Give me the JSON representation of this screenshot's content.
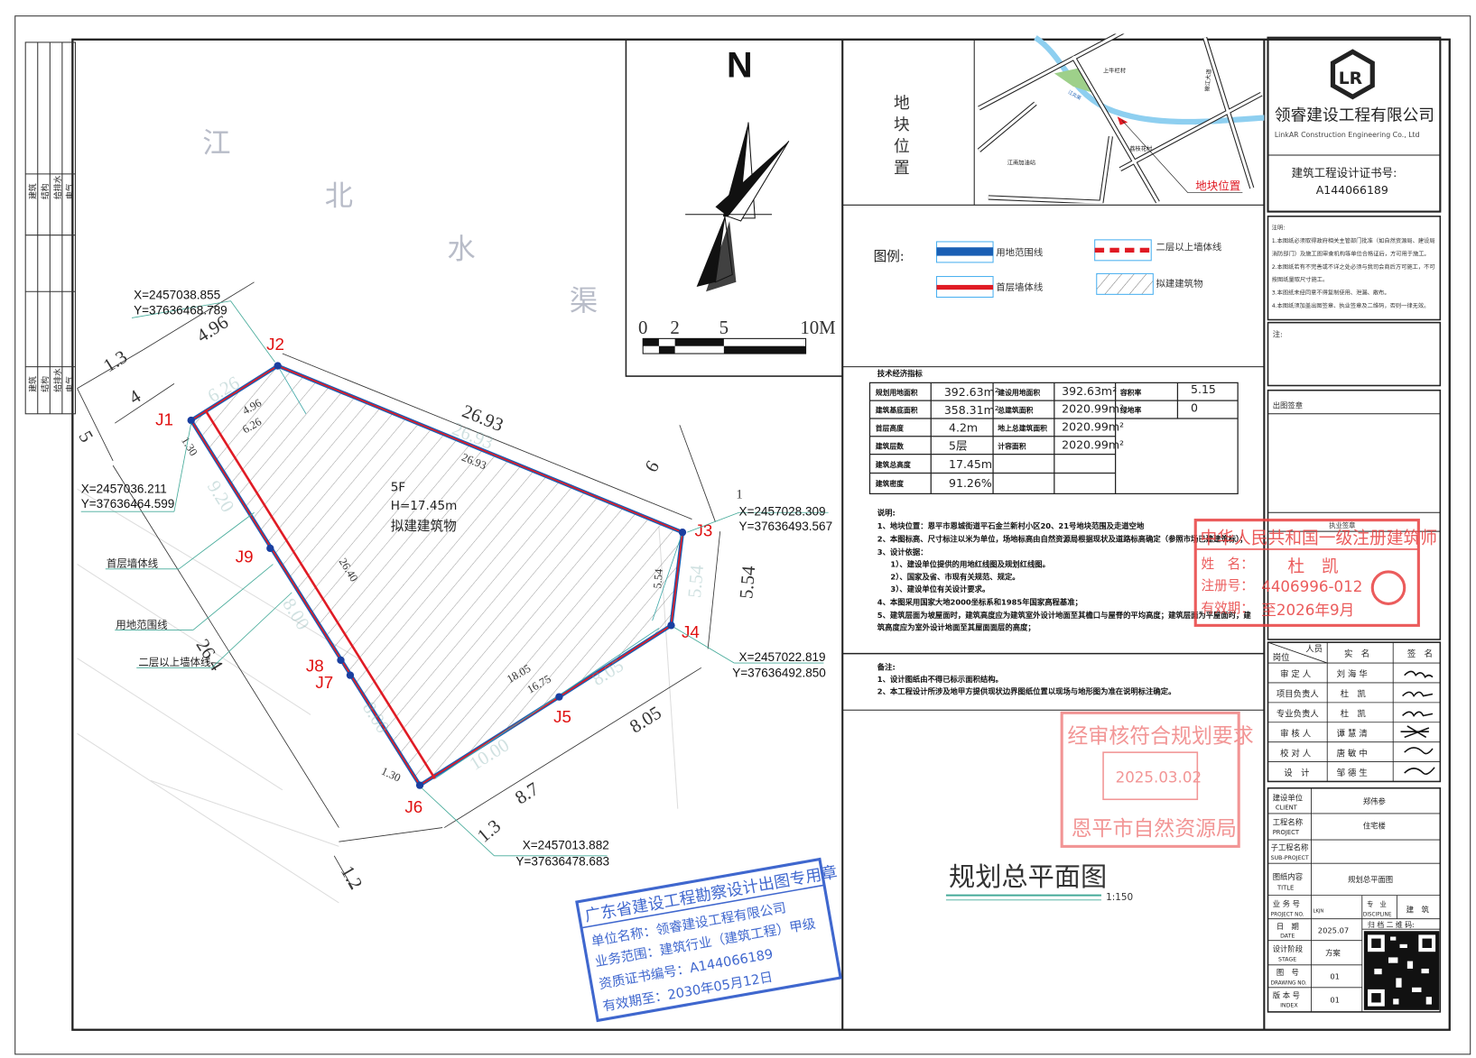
{
  "left_strip": {
    "top_labels": [
      "建筑",
      "结构",
      "给排水",
      "电气"
    ],
    "bottom_labels": [
      "建筑",
      "结构",
      "给排水",
      "电气"
    ]
  },
  "background_labels": [
    "江",
    "北",
    "水",
    "渠"
  ],
  "site": {
    "points": [
      "J1",
      "J2",
      "J3",
      "J4",
      "J5",
      "J6",
      "J7",
      "J8",
      "J9"
    ],
    "coordinates": [
      {
        "x": "X=2457038.855",
        "y": "Y=37636468.789"
      },
      {
        "x": "X=2457036.211",
        "y": "Y=37636464.599"
      },
      {
        "x": "X=2457028.309",
        "y": "Y=37636493.567"
      },
      {
        "x": "X=2457022.819",
        "y": "Y=37636492.850"
      },
      {
        "x": "X=2457013.882",
        "y": "Y=37636478.683"
      }
    ],
    "building": {
      "floors": "5F",
      "height": "H=17.45m",
      "label": "拟建建筑物"
    },
    "leaders": [
      "首层墙体线",
      "用地范围线",
      "二层以上墙体线"
    ],
    "dimensions_outer": [
      "1.3",
      "4.96",
      "4",
      "5",
      "26.93",
      "6",
      "1",
      "5.54",
      "8.05",
      "8.7",
      "1.3",
      "1.2",
      "26.4"
    ],
    "dimensions_inner": [
      "4.96",
      "6.26",
      "26.93",
      "5.54",
      "18.05",
      "16.75",
      "26.40",
      "1.30",
      "1.30",
      "6.26",
      "26.93",
      "5.54",
      "8.05",
      "10.00",
      "8.00",
      "8.00",
      "9.20"
    ]
  },
  "north": {
    "label": "N",
    "scale_ticks": [
      "0",
      "2",
      "5",
      "10M"
    ]
  },
  "location": {
    "label": "地块位置",
    "map_labels": [
      "上牛栏村",
      "江北渠",
      "锦江大道",
      "荔枝花村",
      "江南加油站",
      "地块位置"
    ]
  },
  "legend": {
    "title": "图例:",
    "items": [
      {
        "label": "用地范围线",
        "color": "#1a5fb4"
      },
      {
        "label": "二层以上墙体线",
        "color": "#e01b24"
      },
      {
        "label": "首层墙体线",
        "color": "#e01b24"
      },
      {
        "label": "拟建建筑物",
        "color": "#333333"
      }
    ]
  },
  "tech_table": {
    "title": "技术经济指标",
    "rows": [
      [
        "规划用地面积",
        "392.63m²",
        "建设用地面积",
        "392.63m²",
        "容积率",
        "5.15"
      ],
      [
        "建筑基底面积",
        "358.31m²",
        "总建筑面积",
        "2020.99m²",
        "绿地率",
        "0"
      ],
      [
        "首层高度",
        "4.2m",
        "地上总建筑面积",
        "2020.99m²",
        "",
        ""
      ],
      [
        "建筑层数",
        "5层",
        "计容面积",
        "2020.99m²",
        "",
        ""
      ],
      [
        "建筑总高度",
        "17.45m",
        "",
        "",
        "",
        ""
      ],
      [
        "建筑密度",
        "91.26%",
        "",
        "",
        "",
        ""
      ]
    ]
  },
  "notes": {
    "title": "说明:",
    "lines": [
      "1、地块位置：恩平市恩城街道平石金兰新村小区20、21号地块范围及走道空地",
      "2、本图标高、尺寸标注以米为单位，场地标高由自然资源局根据现状及道路标高确定（参照市场已建建筑标）；",
      "3、设计依据：",
      "1）、建设单位提供的用地红线图及规划红线图。",
      "2）、国家及省、市现有关规范、规定。",
      "3）、建设单位有关设计要求。",
      "4、本图采用国家大地2000坐标系和1985年国家高程基准；",
      "5、建筑层面为坡屋面时，建筑高度应为建筑室外设计地面至其檐口与屋脊的平均高度；建筑层面为平屋面时，建",
      "筑高度应为室外设计地面至其屋面面层的高度；"
    ]
  },
  "remarks": {
    "title": "备注:",
    "lines": [
      "1、设计图纸由不得已标示面积结构。",
      "2、本工程设计所涉及地甲方提供现状边界图纸位置以现场与地形图为准在说明标注确定。"
    ]
  },
  "drawing_title": {
    "title": "规划总平面图",
    "scale": "1:150"
  },
  "company": {
    "logo_text": "LR",
    "name": "领睿建设工程有限公司",
    "name_en": "LinkAR Construction Engineering Co., Ltd",
    "cert_label": "建筑工程设计证书号:",
    "cert_no": "A144066189"
  },
  "general_notes": {
    "title": "注明:",
    "lines": [
      "1.本图纸必须取得政府相关主管部门批准（如自然资源局、建设局",
      "消防部门）及施工图审查机构等单位合格证后，方可用于施工。",
      "2.本图纸若有不完善或不详之处必须与我司会商后方可施工，不可",
      "按图纸量取尺寸施工。",
      "3.本图纸未经同意不得复制使用、泄漏、散布。",
      "4.本图纸须加盖出图签章、执业签章及二维码，否则一律无效。"
    ]
  },
  "boxes": {
    "note": "注:",
    "stamp_out": "出图签章",
    "stamp_practice": "执业签章"
  },
  "personnel": {
    "header": {
      "role": "岗位",
      "person": "人员",
      "name": "实　名",
      "sign": "签　名"
    },
    "rows": [
      {
        "role": "审 定 人",
        "name": "刘 海 华"
      },
      {
        "role": "项目负责人",
        "name": "杜　凯"
      },
      {
        "role": "专业负责人",
        "name": "杜　凯"
      },
      {
        "role": "审 核 人",
        "name": "谭 慧 清"
      },
      {
        "role": "校 对 人",
        "name": "唐 敏 中"
      },
      {
        "role": "设　计",
        "name": "邹 德 生"
      }
    ]
  },
  "project": {
    "client_label": "建设单位",
    "client_label_en": "CLIENT",
    "client": "郑伟参",
    "project_label": "工程名称",
    "project_label_en": "PROJECT",
    "project": "住宅楼",
    "sub_label": "子工程名称",
    "sub_label_en": "SUB-PROJECT",
    "sub": "",
    "title_label": "图纸内容",
    "title_label_en": "TITLE",
    "title": "规划总平面图",
    "no_label": "业 务 号",
    "no_label_en": "PROJECT NO.",
    "no": "LKJN",
    "disc_label": "专　业",
    "disc_label_en": "DISCIPLINE",
    "disc": "建　筑",
    "date_label": "日　期",
    "date_label_en": "DATE",
    "date": "2025.07",
    "qr_label": "归 档 二 维 码:",
    "stage_label": "设计阶段",
    "stage_label_en": "STAGE",
    "stage": "方案",
    "dwg_label": "图　号",
    "dwg_label_en": "DRAWING NO.",
    "dwg": "01",
    "idx_label": "版 本 号",
    "idx_label_en": "INDEX",
    "idx": "01"
  },
  "stamps": {
    "design": [
      "广东省建设工程勘察设计出图专用章",
      "单位名称：领睿建设工程有限公司",
      "业务范围：建筑行业（建筑工程）甲级",
      "资质证书编号：A144066189",
      "有效期至：2030年05月12日"
    ],
    "approval": [
      "经审核符合规划要求",
      "2025.03.02",
      "恩平市自然资源局"
    ],
    "architect": {
      "title": "中华人民共和国一级注册建筑师",
      "name_label": "姓　名：",
      "name": "杜　凯",
      "reg_label": "注册号：",
      "reg": "4406996-012",
      "valid_label": "有效期：",
      "valid": "至2026年9月"
    }
  }
}
